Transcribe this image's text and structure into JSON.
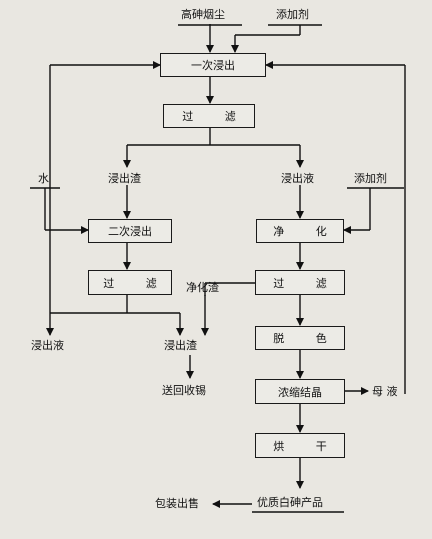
{
  "inputs": {
    "raw": "高砷烟尘",
    "additive_top": "添加剂",
    "water": "水",
    "additive_right": "添加剂"
  },
  "steps": {
    "leach1": "一次浸出",
    "filter1": "过 滤",
    "leach2": "二次浸出",
    "purify": "净 化",
    "filter2": "过 滤",
    "filter3": "过 滤",
    "decolor": "脱 色",
    "crystallize": "浓缩结晶",
    "dry": "烘 干"
  },
  "streams": {
    "residue1": "浸出渣",
    "liquor1": "浸出液",
    "purify_residue": "净化渣",
    "liquor2": "浸出液",
    "residue2": "浸出渣",
    "tin_recovery": "送回收锡",
    "mother_liquor": "母 液",
    "packaging": "包装出售",
    "product": "优质白砷产品"
  }
}
